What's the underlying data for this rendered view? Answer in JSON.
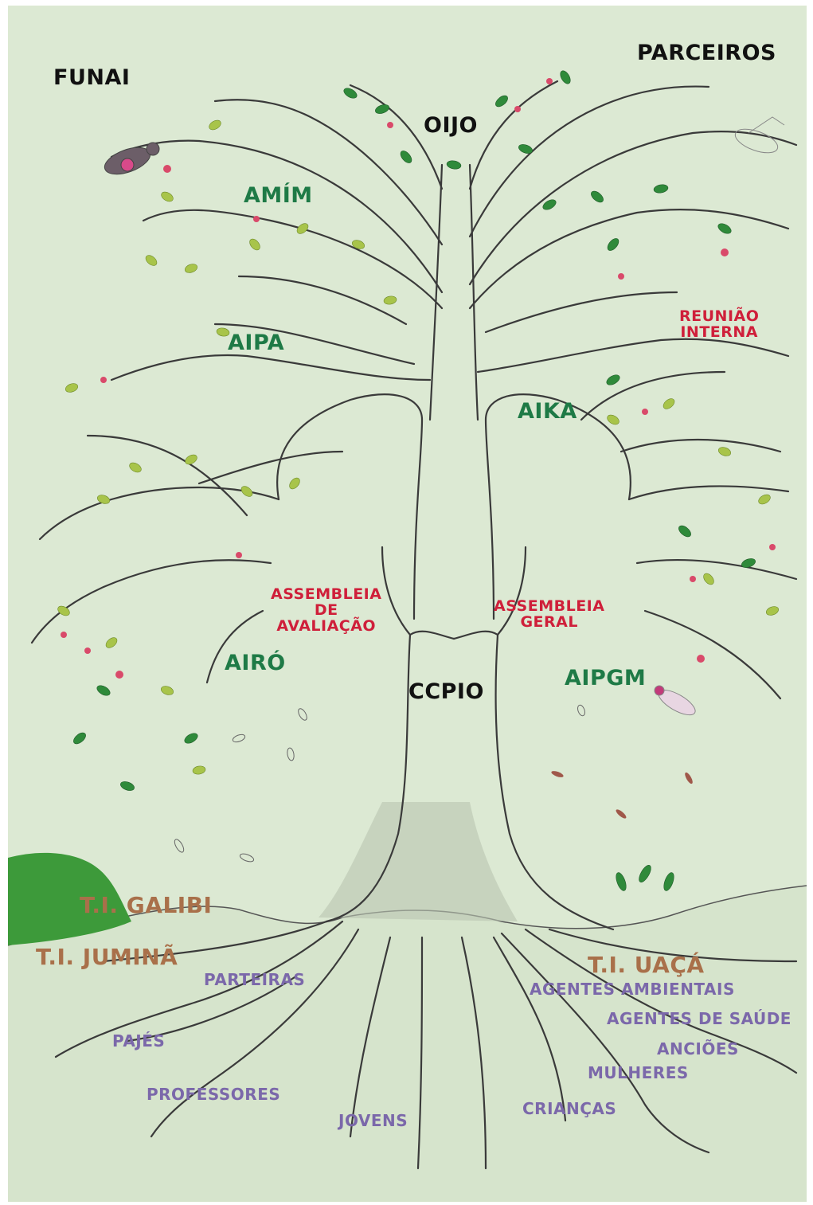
{
  "labels": {
    "funai": "FUNAI",
    "parceiros": "PARCEIROS",
    "oijo": "OIJO",
    "amim": "AMÍM",
    "aipa": "AIPA",
    "reuniao_interna_1": "REUNIÃO",
    "reuniao_interna_2": "INTERNA",
    "aika": "AIKA",
    "assembleia_avaliacao_1": "ASSEMBLEIA",
    "assembleia_avaliacao_2": "DE",
    "assembleia_avaliacao_3": "AVALIAÇÃO",
    "assembleia_geral_1": "ASSEMBLEIA",
    "assembleia_geral_2": "GERAL",
    "airo": "AIRÓ",
    "ccpio": "CCPIO",
    "aipgm": "AIPGM",
    "ti_galibi": "T.I. GALIBI",
    "ti_jumina": "T.I. JUMINÃ",
    "ti_uaca": "T.I. UAÇÁ",
    "parteiras": "PARTEIRAS",
    "agentes_ambientais": "AGENTES AMBIENTAIS",
    "agentes_saude": "AGENTES DE SAÚDE",
    "paje": "PAJÉS",
    "ancioes": "ANCIÕES",
    "mulheres": "MULHERES",
    "professores": "PROFESSORES",
    "criancas": "CRIANÇAS",
    "jovens": "JOVENS"
  },
  "colors": {
    "background": "#dce9d3",
    "institution": "#111111",
    "association": "#1e7a46",
    "meeting": "#cf1f3a",
    "territory": "#a9704a",
    "community_group": "#7b68aa",
    "trunk_line": "#3a3a3a",
    "leaf_dark": "#2f8a3a",
    "leaf_light": "#a8c44a",
    "fruit": "#d94a6a"
  }
}
